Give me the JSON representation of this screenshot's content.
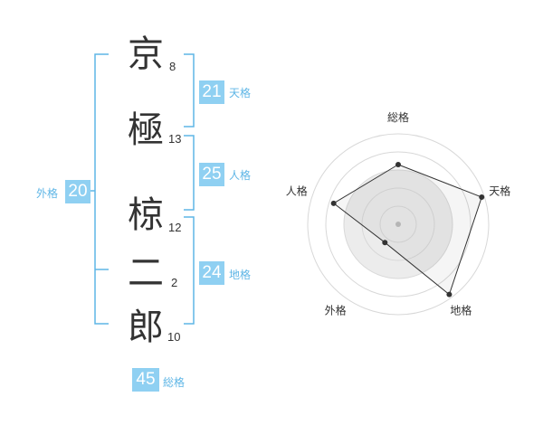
{
  "name_chars": [
    {
      "char": "京",
      "strokes": "8"
    },
    {
      "char": "極",
      "strokes": "13"
    },
    {
      "char": "椋",
      "strokes": "12"
    },
    {
      "char": "二",
      "strokes": "2"
    },
    {
      "char": "郎",
      "strokes": "10"
    }
  ],
  "fortunes": {
    "tenkaku": {
      "value": "21",
      "label": "天格"
    },
    "jinkaku": {
      "value": "25",
      "label": "人格"
    },
    "chikaku": {
      "value": "24",
      "label": "地格"
    },
    "gaikaku": {
      "value": "20",
      "label": "外格"
    },
    "soukaku": {
      "value": "45",
      "label": "総格"
    }
  },
  "colors": {
    "bracket": "#5fb6e6",
    "badge": "#8fd0f2",
    "text": "#333333"
  },
  "chart_data": {
    "type": "radar",
    "axes": [
      "総格",
      "天格",
      "地格",
      "外格",
      "人格"
    ],
    "values": [
      0.66,
      0.97,
      0.96,
      0.25,
      0.75
    ],
    "max": 1
  }
}
